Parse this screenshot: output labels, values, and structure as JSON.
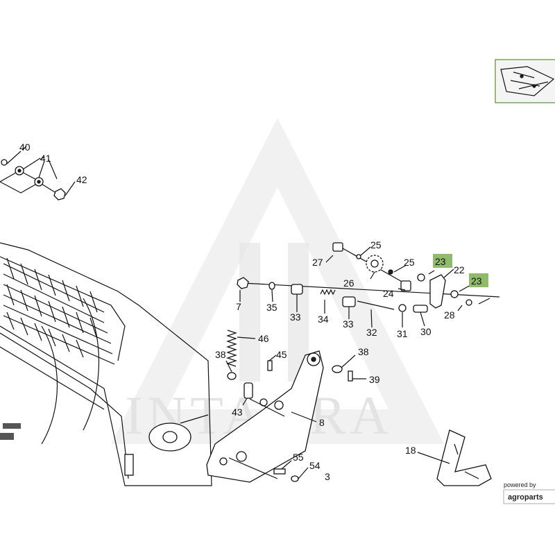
{
  "diagram": {
    "part_labels": {
      "n40": "40",
      "n41": "41",
      "n42": "42",
      "n7": "7",
      "n35": "35",
      "n33a": "33",
      "n34": "34",
      "n33b": "33",
      "n32": "32",
      "n31": "31",
      "n30": "30",
      "n28": "28",
      "n23a": "23",
      "n23b": "23",
      "n22": "22",
      "n24": "24",
      "n25a": "25",
      "n25b": "25",
      "n26": "26",
      "n27": "27",
      "n46": "46",
      "n38a": "38",
      "n45": "45",
      "n38b": "38",
      "n39": "39",
      "n43": "43",
      "n8": "8",
      "n55": "55",
      "n54": "54",
      "n3": "3",
      "n18": "18"
    },
    "highlight_color": "#8fbc6a",
    "watermark": {
      "text": "INTAGRA"
    },
    "badge": {
      "powered_by": "powered by",
      "brand": "agroparts"
    }
  }
}
